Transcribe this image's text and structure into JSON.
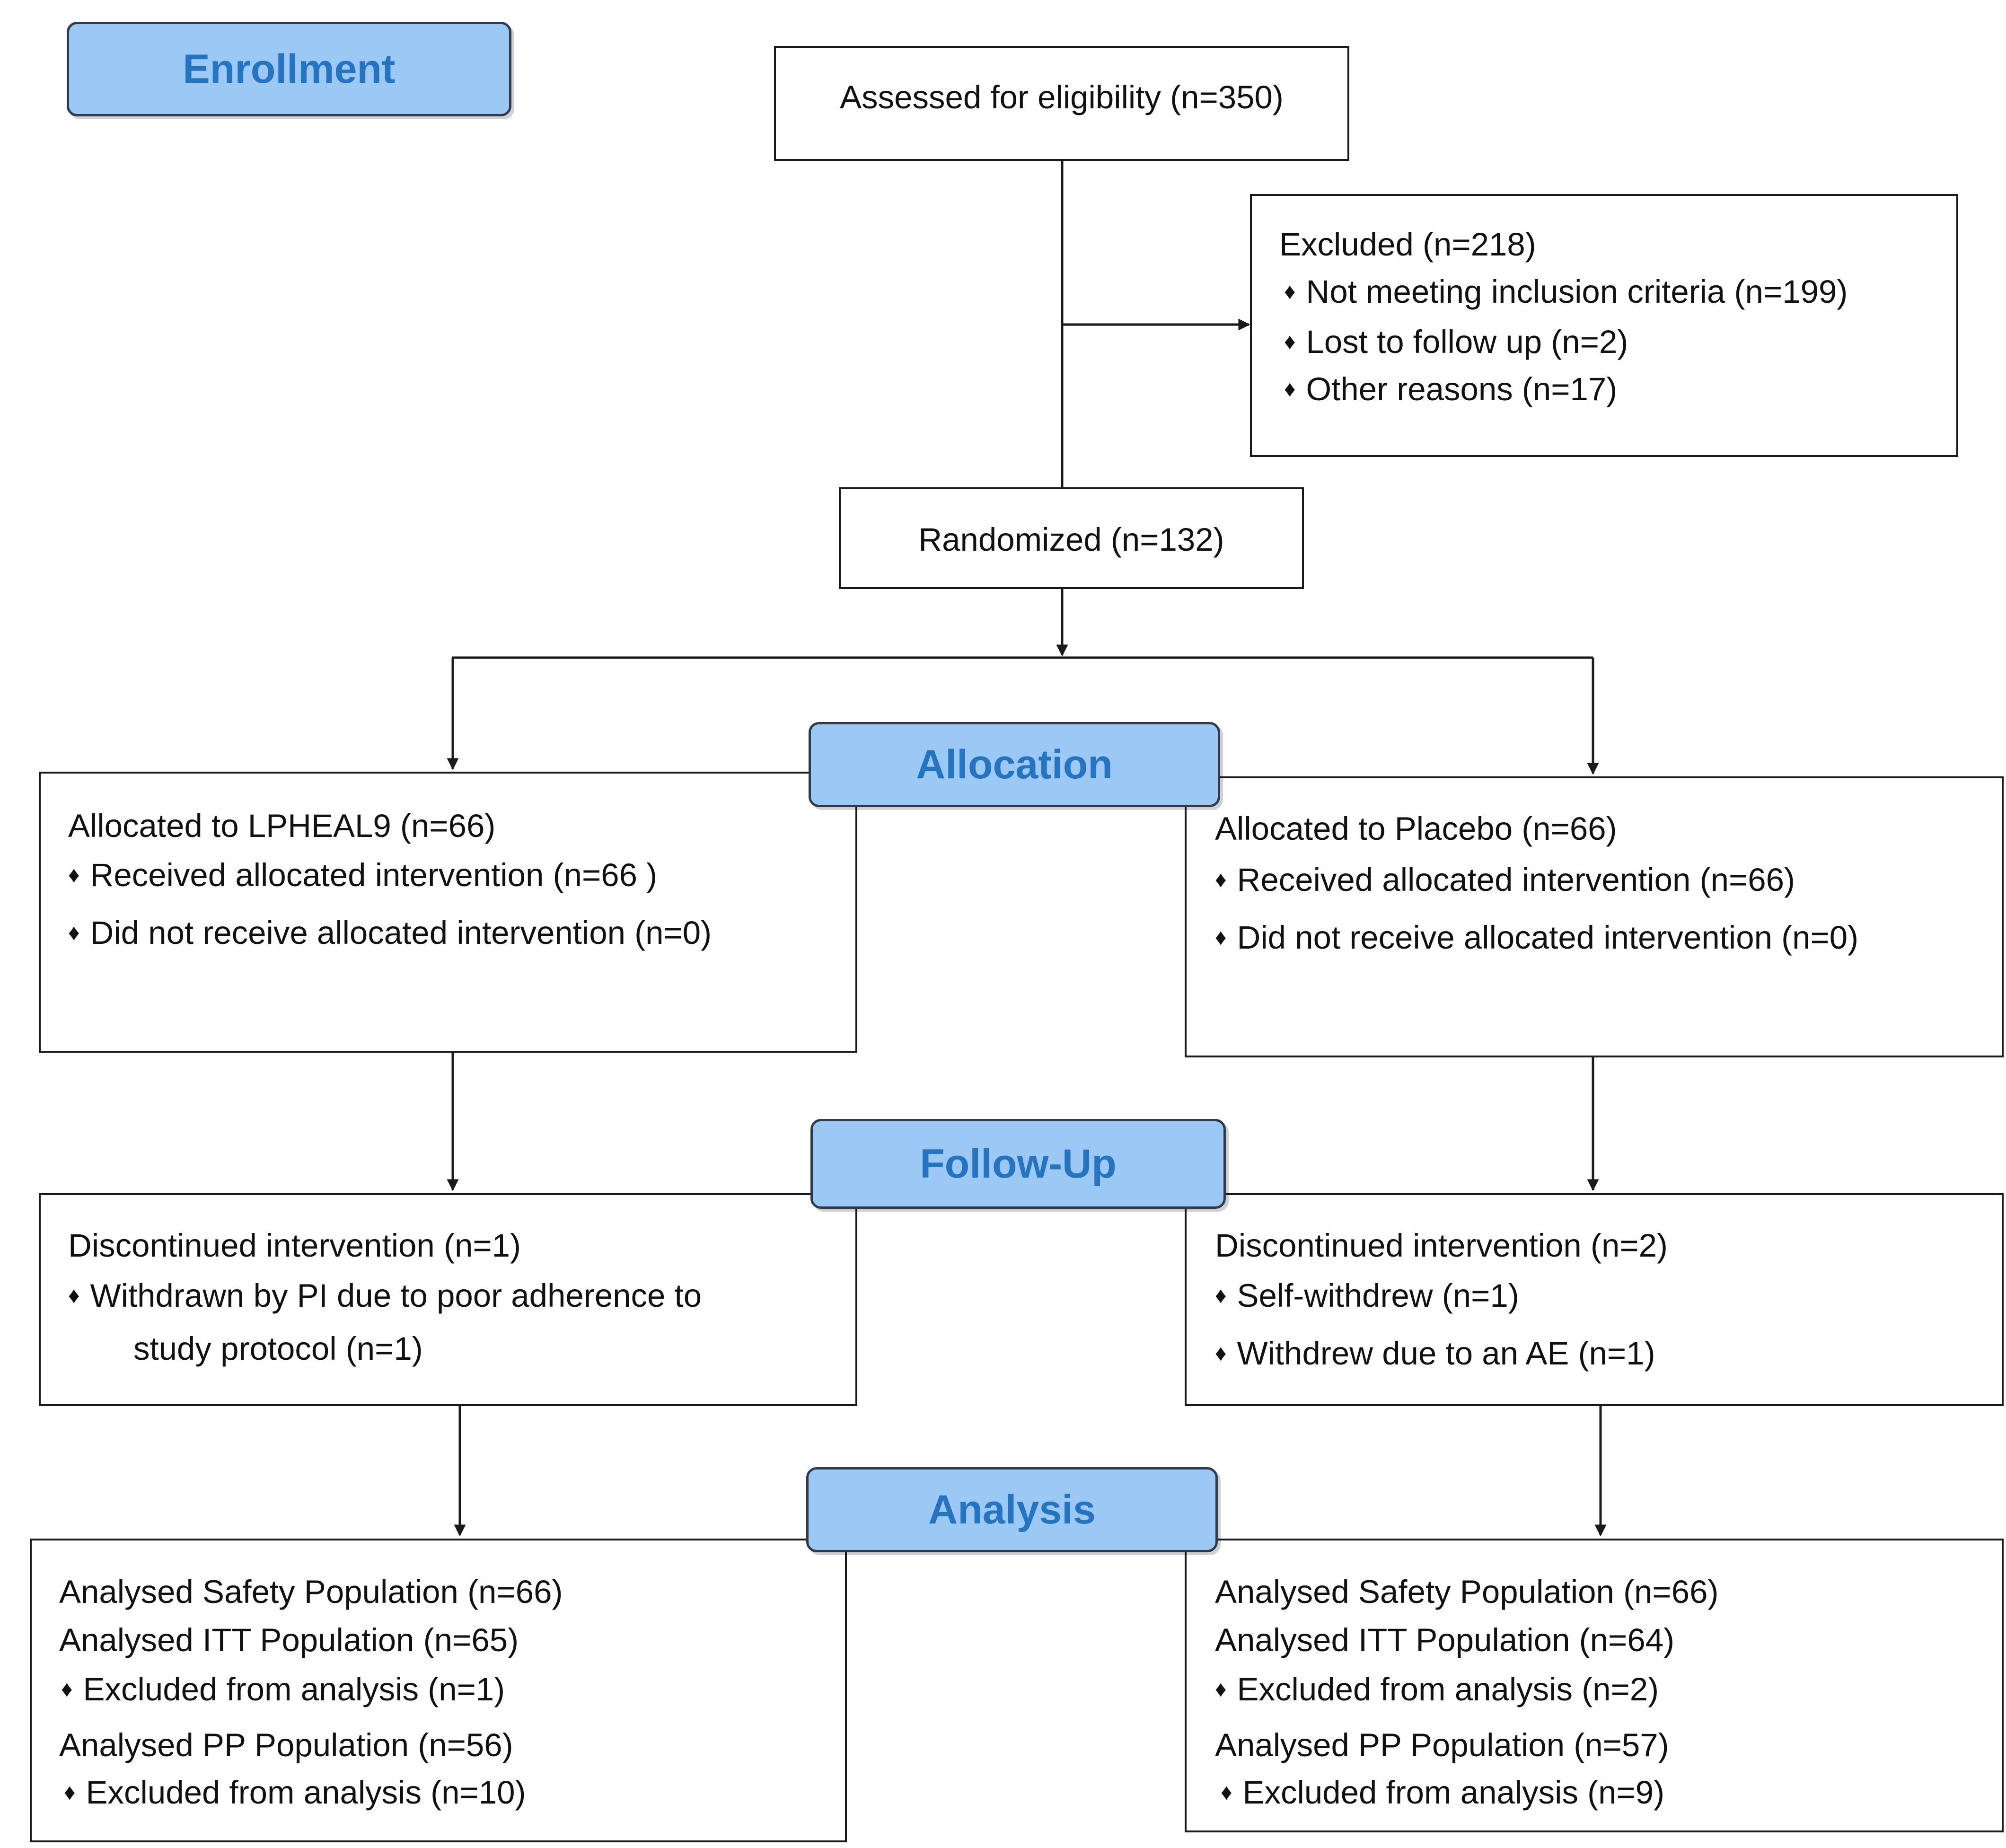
{
  "stages": {
    "enrollment": "Enrollment",
    "allocation": "Allocation",
    "follow_up": "Follow-Up",
    "analysis": "Analysis"
  },
  "assessed": "Assessed for eligibility (n=350)",
  "excluded": {
    "title": "Excluded (n=218)",
    "items": [
      "Not meeting inclusion criteria (n=199)",
      "Lost to follow up (n=2)",
      "Other reasons (n=17)"
    ]
  },
  "randomized": "Randomized (n=132)",
  "allocation": {
    "left": {
      "title": "Allocated to LPHEAL9 (n=66)",
      "items": [
        "Received allocated intervention (n=66  )",
        "Did not receive allocated intervention (n=0)"
      ]
    },
    "right": {
      "title": "Allocated to Placebo (n=66)",
      "items": [
        "Received allocated intervention (n=66)",
        "Did not receive allocated intervention (n=0)"
      ]
    }
  },
  "follow_up": {
    "left": {
      "title": "Discontinued intervention (n=1)",
      "item_line1": "Withdrawn by PI due to poor adherence to",
      "item_line2": "study protocol (n=1)"
    },
    "right": {
      "title": "Discontinued intervention (n=2)",
      "items": [
        "Self-withdrew (n=1)",
        "Withdrew due to an AE (n=1)"
      ]
    }
  },
  "analysis": {
    "left": {
      "safety": "Analysed Safety Population (n=66)",
      "itt": "Analysed ITT Population (n=65)",
      "itt_excluded": "Excluded from analysis (n=1)",
      "pp": "Analysed PP Population (n=56)",
      "pp_excluded": "Excluded from analysis (n=10)"
    },
    "right": {
      "safety": "Analysed Safety Population (n=66)",
      "itt": "Analysed ITT Population (n=64)",
      "itt_excluded": "Excluded from analysis (n=2)",
      "pp": "Analysed PP Population (n=57)",
      "pp_excluded": "Excluded from analysis (n=9)"
    }
  }
}
